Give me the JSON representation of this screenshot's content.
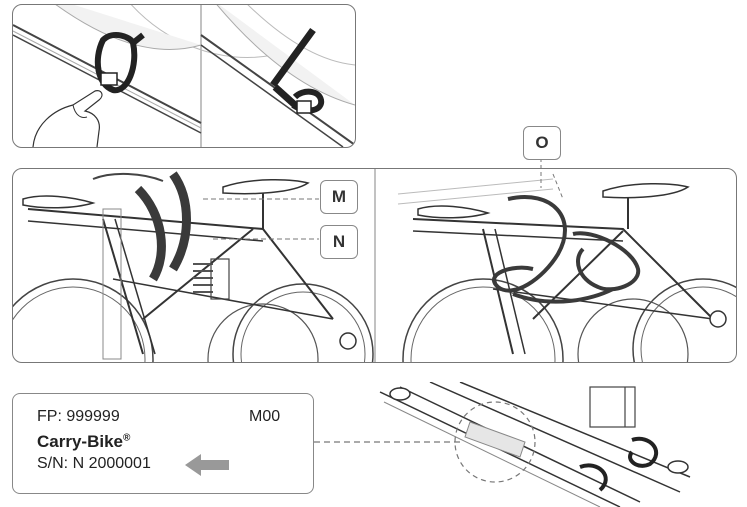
{
  "callouts": {
    "m": "M",
    "n": "N",
    "o": "O"
  },
  "label": {
    "fp": "FP: 999999",
    "model_code": "M00",
    "product_name": "Carry-Bike",
    "trademark": "®",
    "serial": "S/N: N 2000001"
  },
  "colors": {
    "line": "#333333",
    "strap": "#3a3a3a",
    "arrow": "#999999"
  }
}
